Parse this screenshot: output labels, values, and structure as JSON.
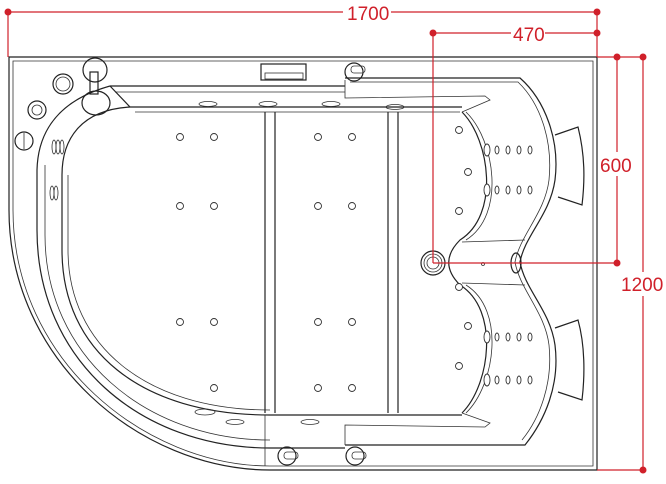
{
  "title": "Corner whirlpool bathtub plan view",
  "dimensions": {
    "overall_length": "1700",
    "drain_offset": "470",
    "drain_depth": "600",
    "overall_width": "1200"
  },
  "colors": {
    "dimension": "#d0202a",
    "outline": "#222222"
  }
}
